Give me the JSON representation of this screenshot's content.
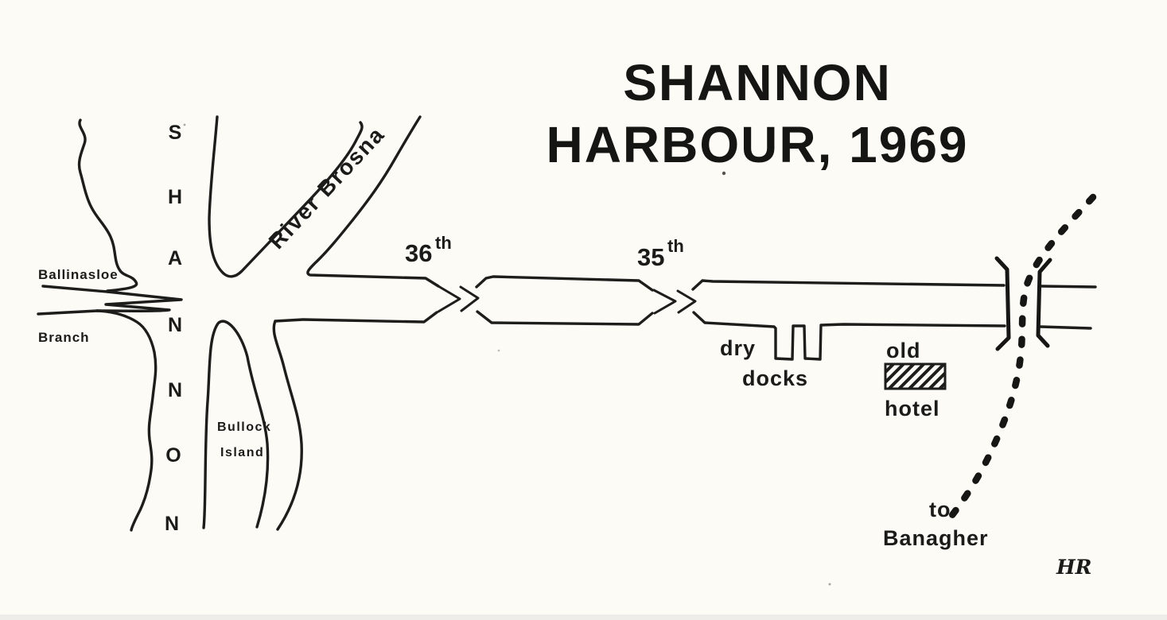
{
  "title": {
    "line1": "SHANNON",
    "line2": "HARBOUR, 1969"
  },
  "map": {
    "river_shannon": {
      "name": "SHANNON",
      "letters": [
        "S",
        "H",
        "A",
        "N",
        "N",
        "O",
        "N"
      ]
    },
    "river_brosna_label": "River Brosna",
    "ballinasloe_branch": {
      "line1": "Ballinasloe",
      "line2": "Branch"
    },
    "bullock_island": {
      "line1": "Bullock",
      "line2": "Island"
    },
    "locks": [
      {
        "number": "36",
        "suffix": "th"
      },
      {
        "number": "35",
        "suffix": "th"
      }
    ],
    "dry_docks": {
      "line1": "dry",
      "line2": "docks"
    },
    "old_hotel": {
      "line1": "old",
      "line2": "hotel"
    },
    "road_destination": {
      "line1": "to",
      "line2": "Banagher"
    },
    "artist_initials": "HR"
  },
  "colors": {
    "ink": "#1d1d1b",
    "paper": "#fcfbf6"
  }
}
